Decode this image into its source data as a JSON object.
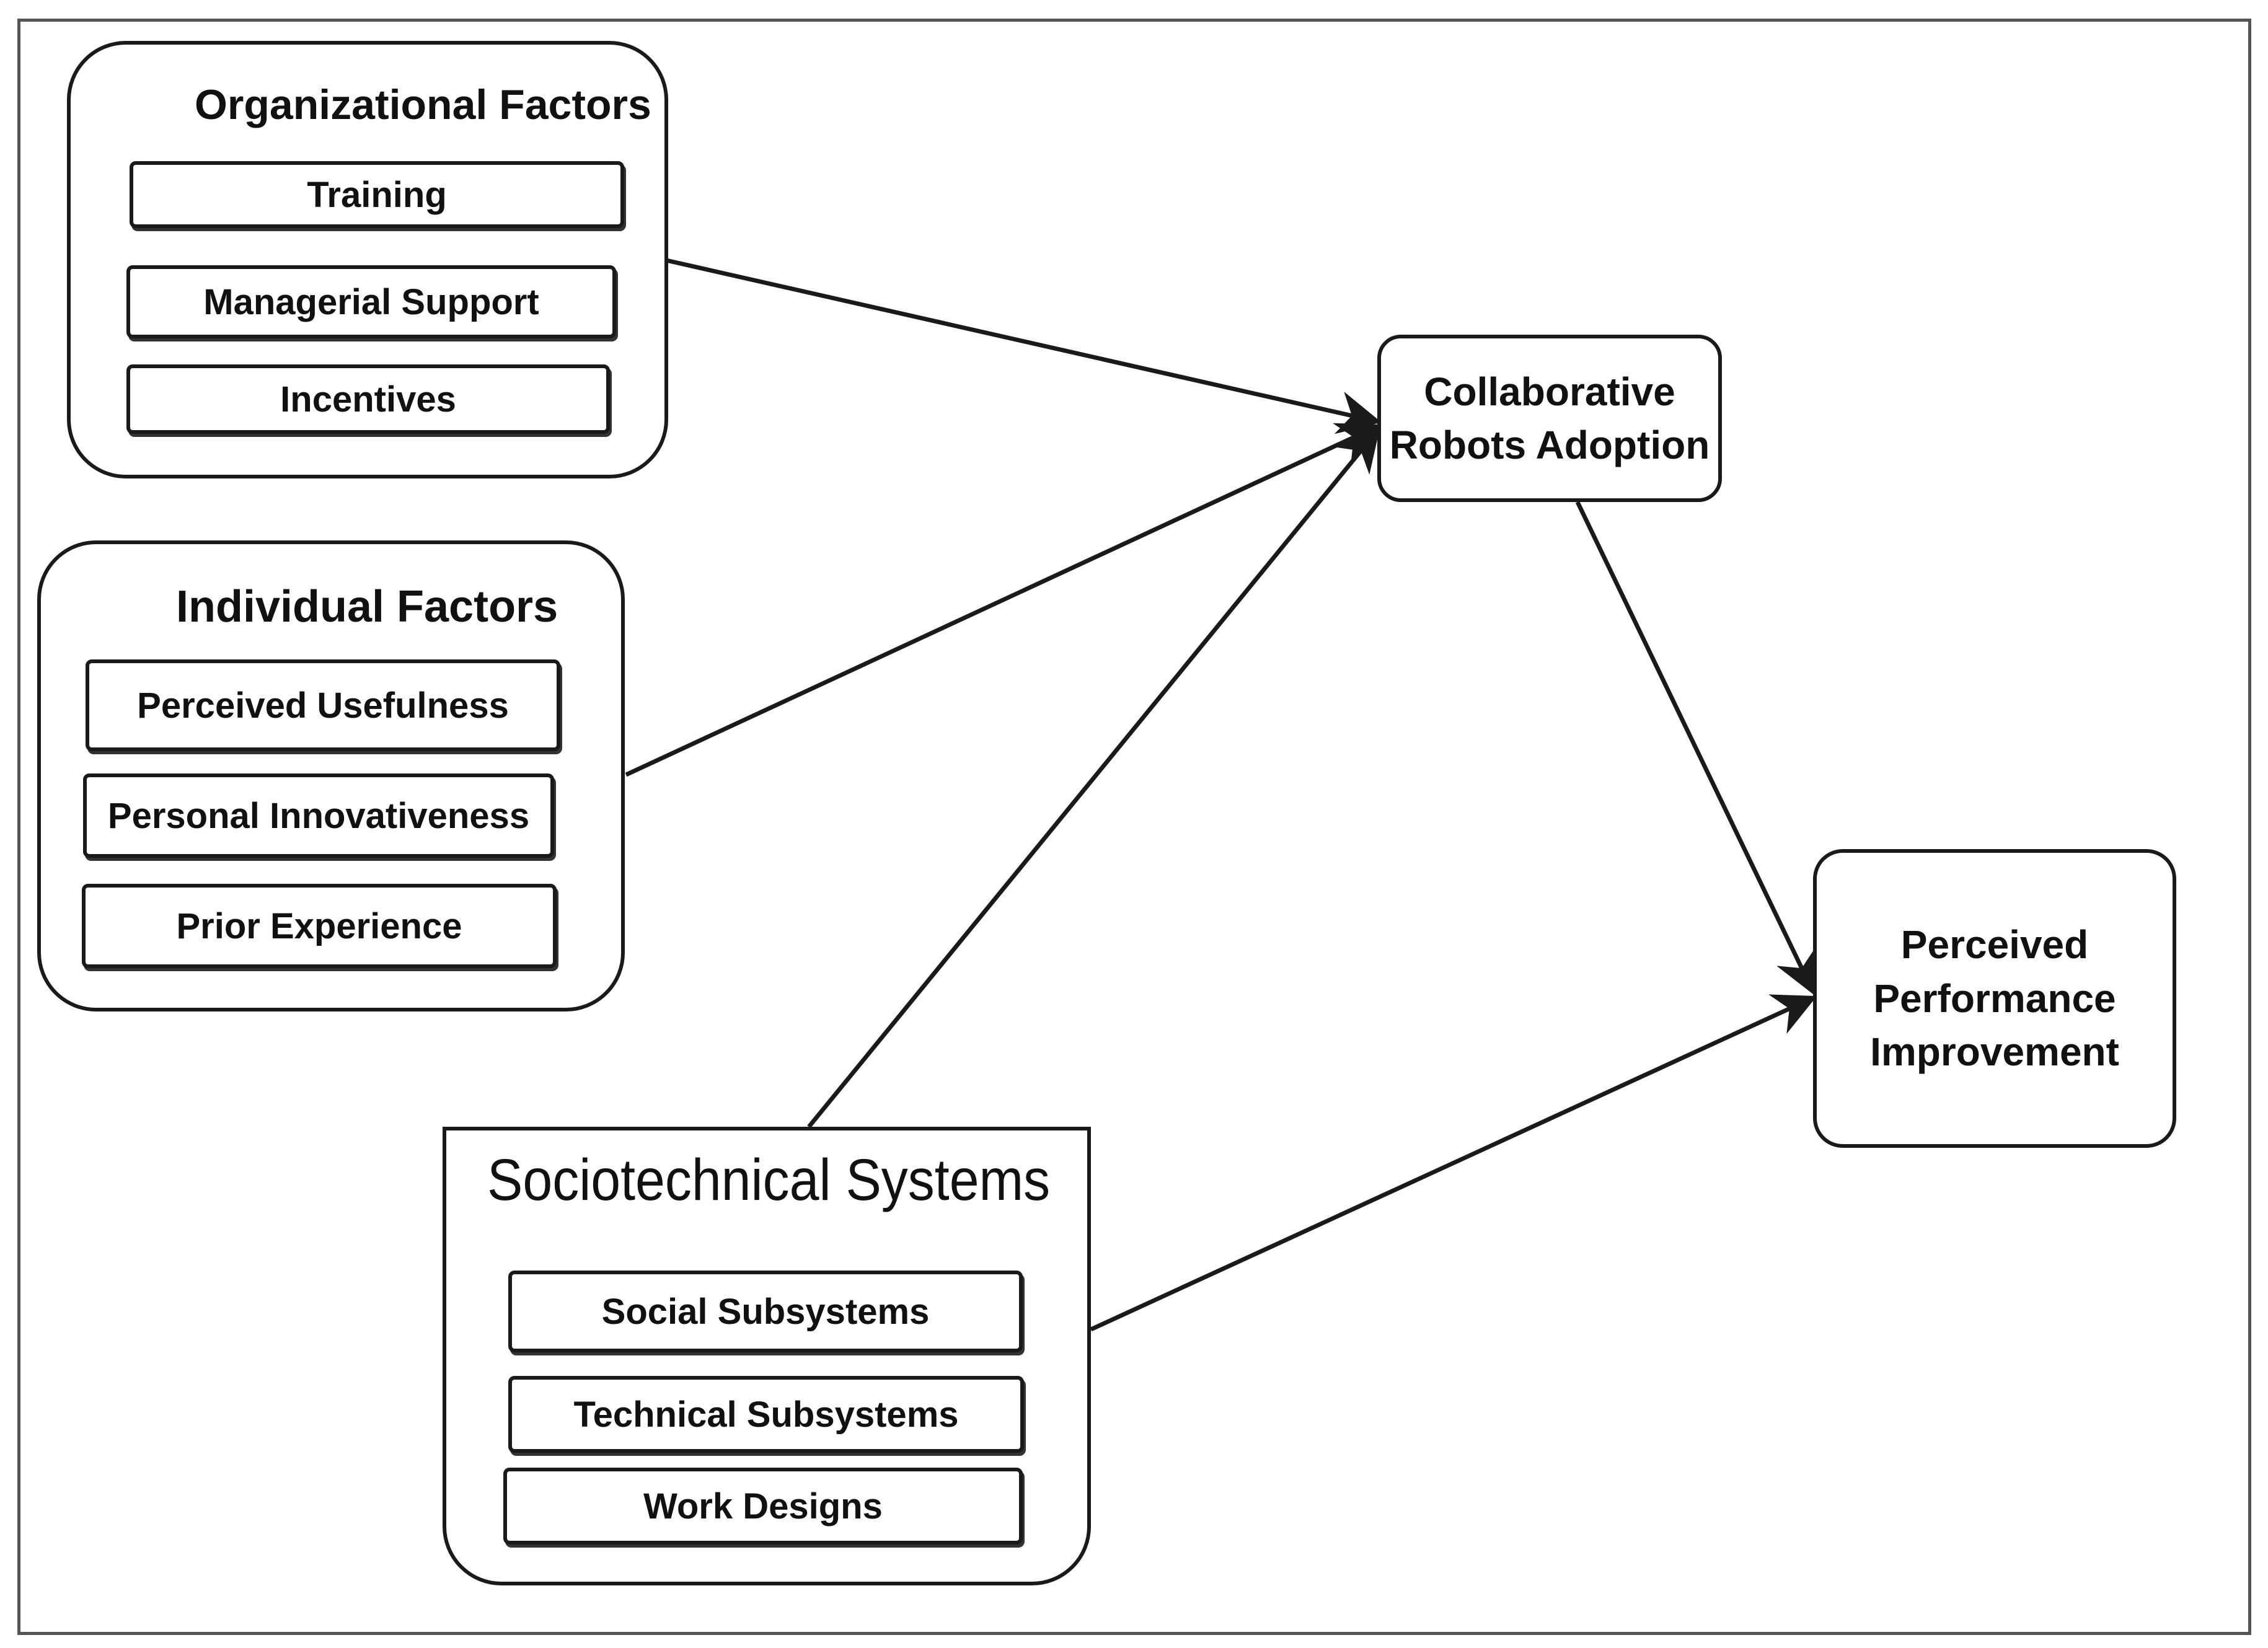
{
  "groups": {
    "organizational": {
      "title": "Organizational Factors",
      "items": [
        "Training",
        "Managerial Support",
        "Incentives"
      ]
    },
    "individual": {
      "title": "Individual Factors",
      "items": [
        "Perceived Usefulness",
        "Personal Innovativeness",
        "Prior Experience"
      ]
    },
    "sociotechnical": {
      "title": "Sociotechnical Systems",
      "items": [
        "Social Subsystems",
        "Technical Subsystems",
        "Work Designs"
      ]
    }
  },
  "nodes": {
    "adoption": "Collaborative\nRobots Adoption",
    "performance": "Perceived\nPerformance\nImprovement"
  },
  "colors": {
    "line": "#1a1a1a",
    "frame": "#555555",
    "background": "#ffffff"
  }
}
